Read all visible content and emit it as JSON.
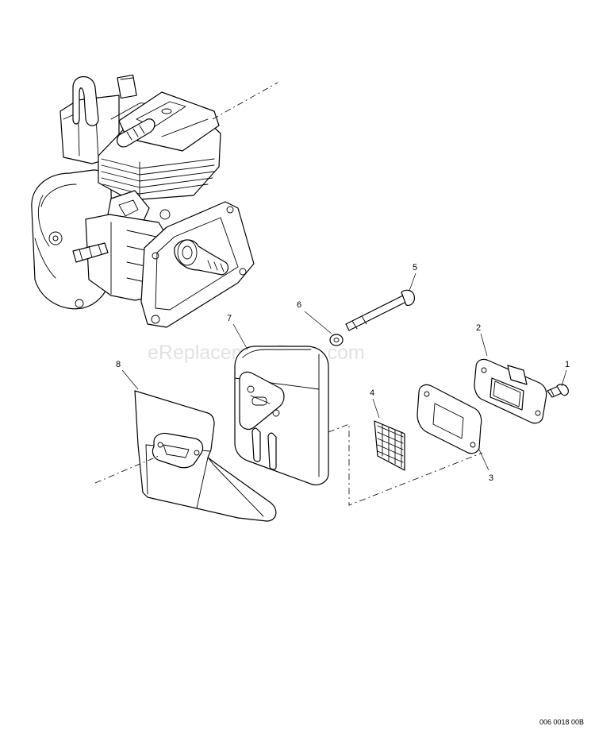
{
  "watermark": "eReplacementParts.com",
  "drawing_number": "006 0018 00B",
  "callouts": {
    "c1": "1",
    "c2": "2",
    "c3": "3",
    "c4": "4",
    "c5": "5",
    "c6": "6",
    "c7": "7",
    "c8": "8"
  }
}
